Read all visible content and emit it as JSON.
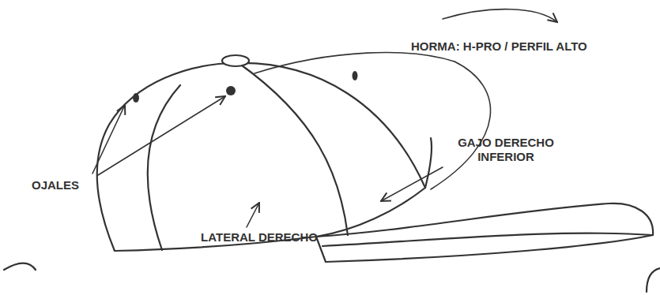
{
  "diagram": {
    "labels": [
      "HORMA: H-PRO / PERFIL ALTO",
      "OJALES",
      "GAJO DERECHO INFERIOR",
      "LATERAL DERECHO"
    ]
  }
}
